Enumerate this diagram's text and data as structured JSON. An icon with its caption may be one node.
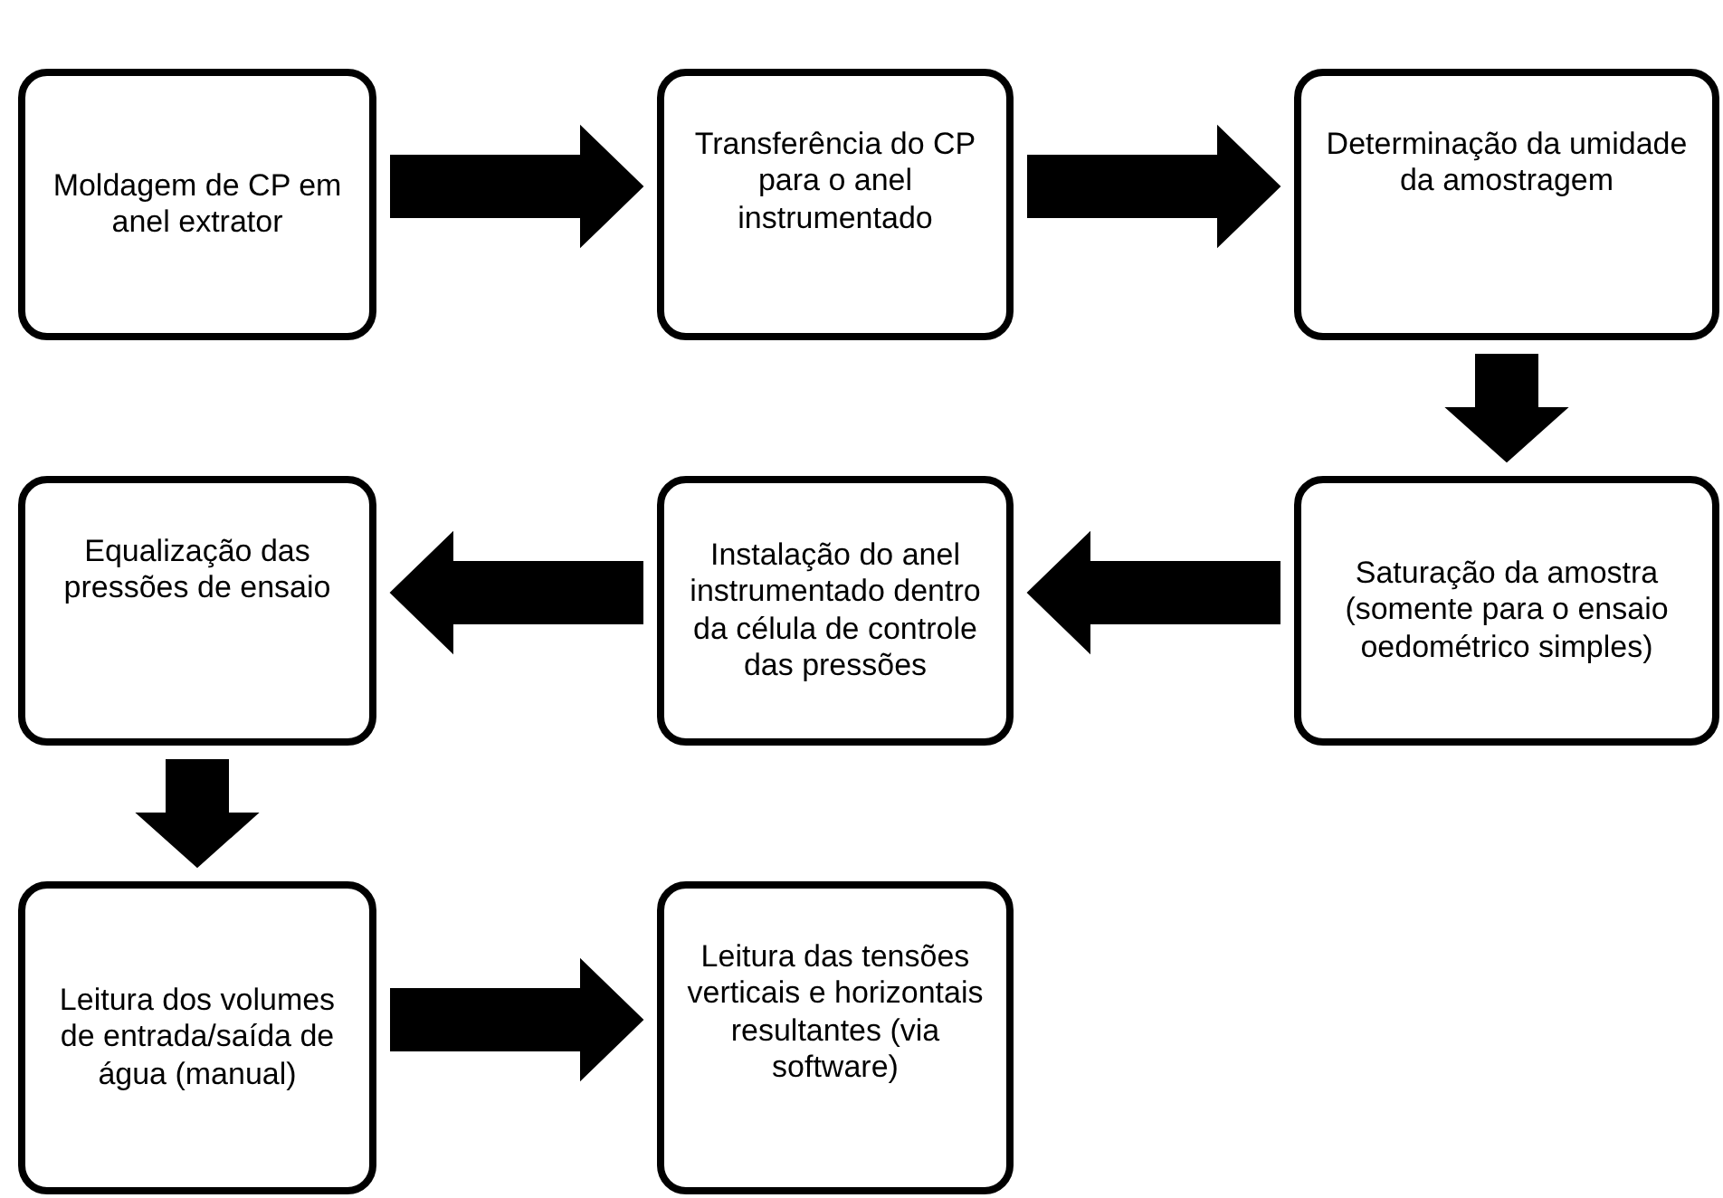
{
  "diagram": {
    "nodes": [
      {
        "text": [
          "Moldagem de CP em anel extrator"
        ]
      },
      {
        "text": [
          "Transferência do CP para o anel instrumentado"
        ]
      },
      {
        "text": [
          "Determinação da umidade da amostragem"
        ]
      },
      {
        "text": [
          "Saturação da amostra (somente para o ensaio oedométrico simples)"
        ]
      },
      {
        "text": [
          "Instalação do anel instrumentado dentro da célula de controle das pressões"
        ]
      },
      {
        "text": [
          "Equalização das pressões de ensaio"
        ]
      },
      {
        "text": [
          "Leitura dos volumes de entrada/saída de água (manual)"
        ]
      },
      {
        "text": [
          "Leitura das tensões verticais e horizontais resultantes (via software)"
        ]
      }
    ],
    "edges": [
      {
        "from": 0,
        "to": 1,
        "arrow": "to"
      },
      {
        "from": 1,
        "to": 2,
        "arrow": "to"
      },
      {
        "from": 2,
        "to": 3,
        "arrow": "to"
      },
      {
        "from": 3,
        "to": 4,
        "arrow": "to"
      },
      {
        "from": 4,
        "to": 5,
        "arrow": "to"
      },
      {
        "from": 5,
        "to": 6,
        "arrow": "to"
      },
      {
        "from": 6,
        "to": 7,
        "arrow": "to"
      }
    ]
  }
}
